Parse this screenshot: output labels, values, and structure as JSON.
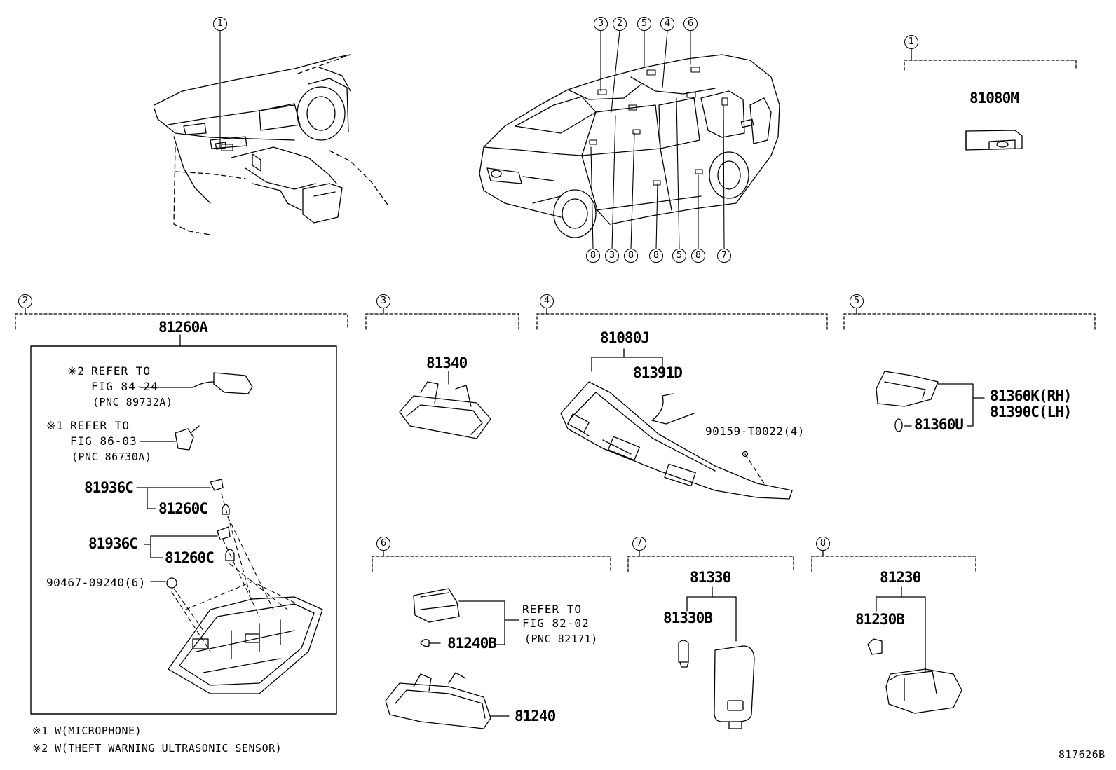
{
  "overview_callouts": {
    "dash": "1",
    "top": [
      "3",
      "2",
      "5",
      "4",
      "6"
    ],
    "bottom": [
      "8",
      "3",
      "8",
      "8",
      "5",
      "8",
      "7"
    ]
  },
  "sections": {
    "s1": {
      "number": "1",
      "parts": [
        "81080M"
      ]
    },
    "s2": {
      "number": "2",
      "assembly": "81260A",
      "parts": [
        "81936C",
        "81260C",
        "81936C",
        "81260C",
        "90467-09240(6)"
      ],
      "refs": [
        {
          "mark": "※2",
          "line1": "REFER TO",
          "line2": "FIG 84-24",
          "line3": "(PNC 89732A)"
        },
        {
          "mark": "※1",
          "line1": "REFER TO",
          "line2": "FIG 86-03",
          "line3": "(PNC 86730A)"
        }
      ]
    },
    "s3": {
      "number": "3",
      "parts": [
        "81340"
      ]
    },
    "s4": {
      "number": "4",
      "assembly": "81080J",
      "parts": [
        "81391D",
        "90159-T0022(4)"
      ]
    },
    "s5": {
      "number": "5",
      "parts": [
        "81360K(RH)",
        "81390C(LH)",
        "81360U"
      ]
    },
    "s6": {
      "number": "6",
      "parts": [
        "81240B",
        "81240"
      ],
      "ref": {
        "line1": "REFER TO",
        "line2": "FIG 82-02",
        "line3": "(PNC 82171)"
      }
    },
    "s7": {
      "number": "7",
      "assembly": "81330",
      "parts": [
        "81330B"
      ]
    },
    "s8": {
      "number": "8",
      "assembly": "81230",
      "parts": [
        "81230B"
      ]
    }
  },
  "footnotes": [
    "※1 W(MICROPHONE)",
    "※2 W(THEFT WARNING ULTRASONIC SENSOR)"
  ],
  "figure_id": "817626B"
}
